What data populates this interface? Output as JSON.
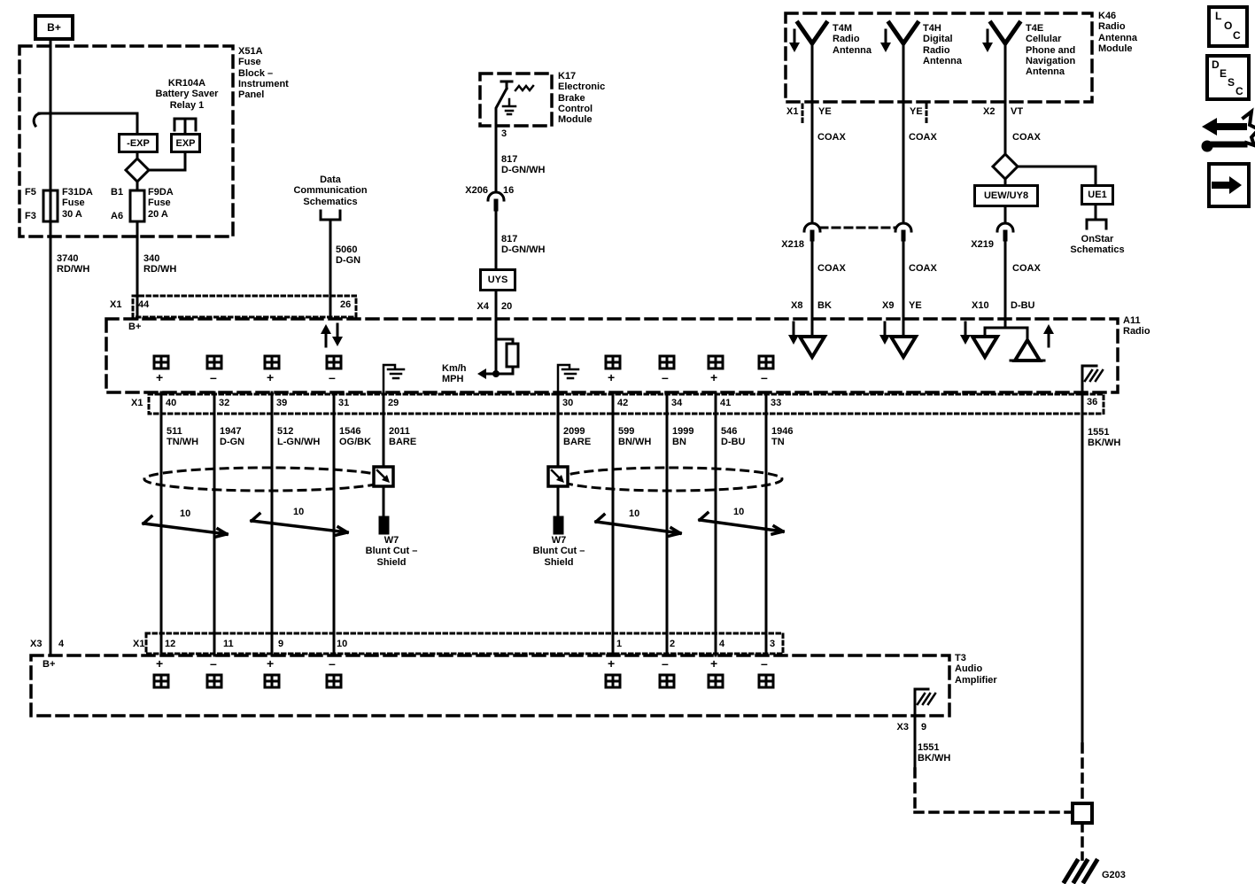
{
  "toolbar": {
    "loc": [
      "L",
      "O",
      "C"
    ],
    "desc": [
      "D",
      "E",
      "S",
      "C"
    ]
  },
  "power": {
    "b_plus": "B+",
    "fuse_block": "X51A\nFuse\nBlock –\nInstrument\nPanel",
    "relay": "KR104A\nBattery Saver\nRelay 1",
    "exp_minus": "-EXP",
    "exp": "EXP",
    "fuse1_top": "F5",
    "fuse1_bottom": "F3",
    "fuse1": "F31DA\nFuse\n30 A",
    "fuse2_top": "B1",
    "fuse2_bottom": "A6",
    "fuse2": "F9DA\nFuse\n20 A",
    "wire_3740": "3740\nRD/WH",
    "wire_340": "340\nRD/WH"
  },
  "data_comm": {
    "label": "Data\nCommunication\nSchematics",
    "wire": "5060\nD-GN"
  },
  "k17": {
    "label": "K17\nElectronic\nBrake\nControl\nModule",
    "pin": "3",
    "wire_upper": "817\nD-GN/WH",
    "conn": "X206",
    "conn_pin": "16",
    "wire_lower": "817\nD-GN/WH",
    "rpo": "UYS",
    "radio_conn": "X4",
    "radio_pin": "20",
    "speed": "Km/h\nMPH"
  },
  "antennas": {
    "module": "K46\nRadio\nAntenna\nModule",
    "t4m": "T4M\nRadio\nAntenna",
    "t4h": "T4H\nDigital\nRadio\nAntenna",
    "t4e": "T4E\nCellular\nPhone and\nNavigation\nAntenna",
    "x1": "X1",
    "ye1": "YE",
    "ye2": "YE",
    "x2": "X2",
    "vt": "VT",
    "coax": "COAX",
    "x218": "X218",
    "x219": "X219",
    "rpo": "UEW/UY8",
    "ue1": "UE1",
    "onstar": "OnStar\nSchematics",
    "x8": "X8",
    "bk": "BK",
    "x9": "X9",
    "ye3": "YE",
    "x10": "X10",
    "dbu": "D-BU"
  },
  "radio": {
    "name": "A11\nRadio",
    "conn_top": "X1",
    "pin44": "44",
    "pin26": "26",
    "b_plus": "B+",
    "conn_bottom": "X1",
    "pins_left": [
      "40",
      "32",
      "39",
      "31",
      "29"
    ],
    "pins_right": [
      "30",
      "42",
      "34",
      "41",
      "33"
    ],
    "pin36": "36",
    "polarity": [
      "+",
      "–",
      "+",
      "–"
    ]
  },
  "wires": {
    "left": [
      "511\nTN/WH",
      "1947\nD-GN",
      "512\nL-GN/WH",
      "1546\nOG/BK",
      "2011\nBARE"
    ],
    "right": [
      "2099\nBARE",
      "599\nBN/WH",
      "1999\nBN",
      "546\nD-BU",
      "1946\nTN"
    ],
    "radio_ground": "1551\nBK/WH",
    "amp_ground": "1551\nBK/WH",
    "twist": "10",
    "w7": "W7\nBlunt Cut –\nShield"
  },
  "amp": {
    "name": "T3\nAudio\nAmplifier",
    "conn": "X1",
    "pins_left": [
      "12",
      "11",
      "9",
      "10"
    ],
    "pins_right": [
      "1",
      "2",
      "4",
      "3"
    ],
    "b_conn": "X3",
    "b_pin": "4",
    "b_plus": "B+",
    "gnd_conn": "X3",
    "gnd_pin": "9",
    "polarity": [
      "+",
      "–",
      "+",
      "–"
    ]
  },
  "ground": {
    "g203": "G203"
  }
}
